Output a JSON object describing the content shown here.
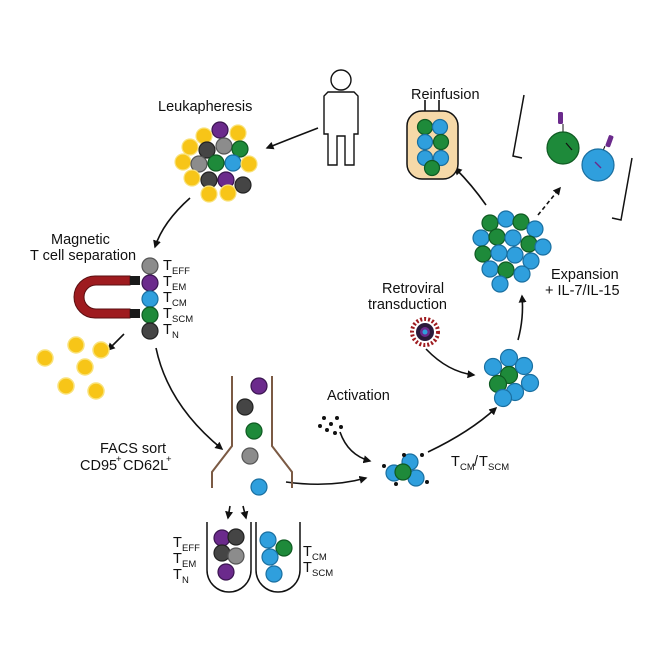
{
  "steps": {
    "leukapheresis": "Leukapheresis",
    "magnetic_line1": "Magnetic",
    "magnetic_line2": "T cell separation",
    "facs_line1": "FACS sort",
    "facs_marker1": "CD95",
    "facs_marker2": "CD62L",
    "facs_sup": "+",
    "activation": "Activation",
    "retroviral_line1": "Retroviral",
    "retroviral_line2": "transduction",
    "expansion_line1": "Expansion",
    "expansion_line2": "+ IL-7/IL-15",
    "reinfusion": "Reinfusion"
  },
  "subsets": {
    "t": "T",
    "eff": "EFF",
    "em": "EM",
    "cm": "CM",
    "scm": "SCM",
    "n": "N",
    "slash": "/"
  },
  "colors": {
    "yellow": "#f7c518",
    "gray": "#8c8c8c",
    "dark": "#454545",
    "purple": "#6b2a8c",
    "blue": "#2f9fdd",
    "green": "#1e8a3a",
    "magnet_red": "#9e1b1f",
    "bag": "#f6d9a8"
  }
}
